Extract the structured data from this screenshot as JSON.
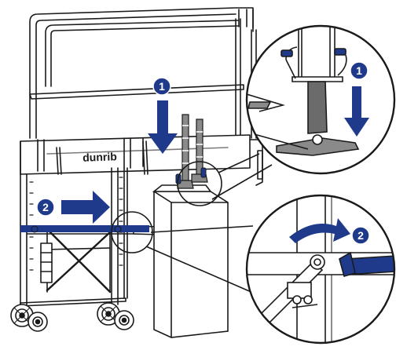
{
  "brand": {
    "logo_text": "dunrib"
  },
  "steps": [
    {
      "number": "1",
      "arrow": "down-arrow"
    },
    {
      "number": "2",
      "arrow": "right-arrow"
    }
  ],
  "zoom_callouts": [
    {
      "step_number": "1",
      "arrow": "down-arrow"
    },
    {
      "step_number": "2",
      "arrow": "curved-arrow"
    }
  ],
  "colors": {
    "accent_blue": "#1f3a8a",
    "line_dark": "#1a1a1a",
    "steel_grey": "#6b6b6b",
    "plate_grey": "#8a8a8a"
  }
}
